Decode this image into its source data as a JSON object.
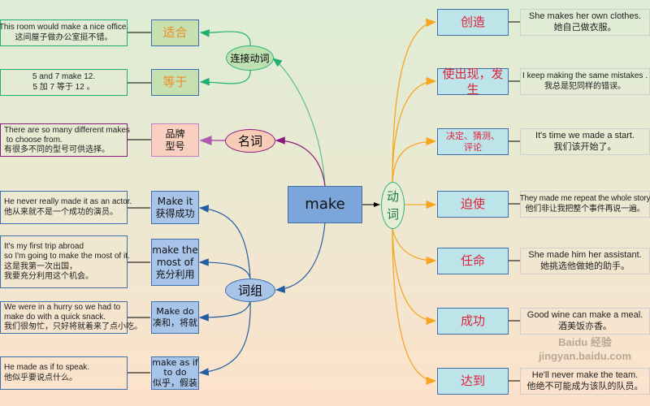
{
  "center": "make",
  "verb": {
    "label": "动词",
    "items": [
      {
        "meaning": "创造",
        "en": "She makes her own clothes.",
        "zh": "她自己做衣服。"
      },
      {
        "meaning": "使出现，发生",
        "en": "I keep making the same mistakes .",
        "zh": "我总是犯同样的错误。"
      },
      {
        "meaning": "决定、猜测、评论",
        "en": "It's time we made a start.",
        "zh": "我们该开始了。"
      },
      {
        "meaning": "迫使",
        "en": "They made me repeat the whole story",
        "zh": "他们非让我把整个事件再说一遍。"
      },
      {
        "meaning": "任命",
        "en": "She made him her assistant.",
        "zh": "她挑选他做她的助手。"
      },
      {
        "meaning": "成功",
        "en": "Good wine can make a meal.",
        "zh": "酒美饭亦香。"
      },
      {
        "meaning": "达到",
        "en": "He'll never make the team.",
        "zh": "他绝不可能成为该队的队员。"
      }
    ]
  },
  "linking_verb": {
    "label": "连接动词",
    "items": [
      {
        "meaning": "适合",
        "en": "This room would make a nice office.",
        "zh": "这间屋子做办公室挺不错。"
      },
      {
        "meaning": "等于",
        "en": "5 and 7 make 12.",
        "zh": "5 加 7 等于 12 。"
      }
    ]
  },
  "noun": {
    "label": "名词",
    "items": [
      {
        "meaning": "品牌\n型号",
        "en": "There are so many different makes\n to choose from.",
        "zh": "有很多不同的型号可供选择。"
      }
    ]
  },
  "phrase": {
    "label": "词组",
    "items": [
      {
        "meaning": "Make it\n获得成功",
        "en": "He never really made it as an actor.",
        "zh": "他从来就不是一个成功的演员。"
      },
      {
        "meaning": "make the\nmost of\n充分利用",
        "en": "It's my first trip abroad\nso I'm going to make the most of it.",
        "zh": "这是我第一次出国，\n我要充分利用这个机会。"
      },
      {
        "meaning": "Make do\n凑和，将就",
        "en": "We were in a hurry so we had to\nmake do with a quick snack.",
        "zh": "我们很匆忙，只好将就着来了点小吃。"
      },
      {
        "meaning": "make as if\nto do\n似乎，假装",
        "en": "He made as if to speak.",
        "zh": "他似乎要说点什么。"
      }
    ]
  },
  "watermark": "Baidu 经验 jingyan.baidu.com",
  "colors": {
    "verb": "#f5a623",
    "linking": "#2db37a",
    "noun": "#8b1a7e",
    "phrase": "#245fa3"
  }
}
